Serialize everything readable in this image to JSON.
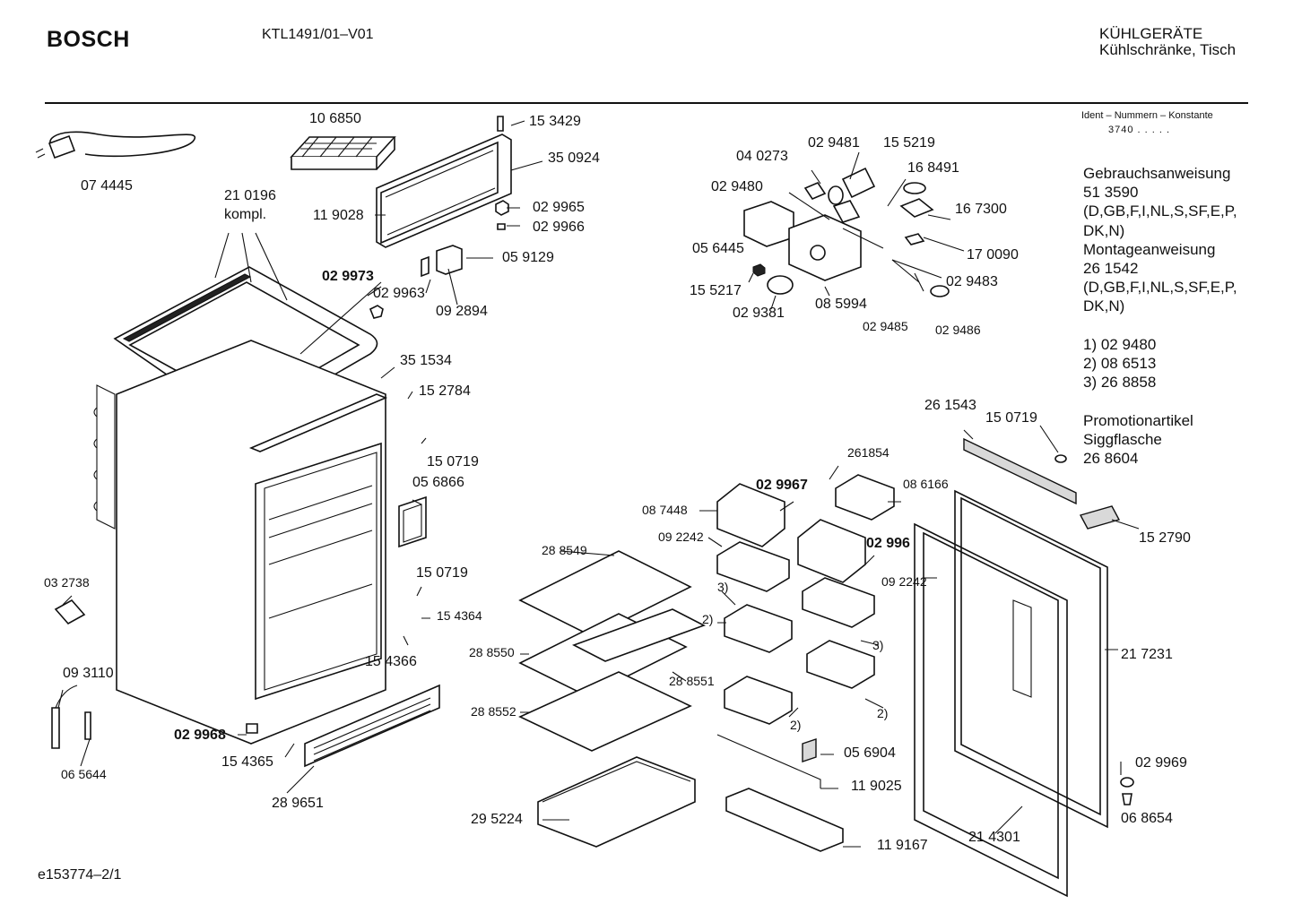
{
  "header": {
    "brand": "BOSCH",
    "model": "KTL1491/01–V01",
    "category_line1": "KÜHLGERÄTE",
    "category_line2": "Kühlschränke, Tisch"
  },
  "sidebar": {
    "ident_title": "Ident – Nummern – Konstante",
    "ident_value": "3740  .  .  .  .  .",
    "info_text": "Gebrauchsanweisung\n51 3590\n(D,GB,F,I,NL,S,SF,E,P,\nDK,N)\nMontageanweisung\n26 1542\n(D,GB,F,I,NL,S,SF,E,P,\nDK,N)\n\n1) 02 9480\n2) 08 6513\n3) 26 8858\n\nPromotionartikel\nSiggflasche\n26 8604"
  },
  "footer": {
    "doc_id": "e153774–2/1"
  },
  "parts": {
    "p074445": "07 4445",
    "p106850": "10 6850",
    "p153429": "15 3429",
    "p350924": "35 0924",
    "p119028": "11 9028",
    "p029965": "02 9965",
    "p029966": "02 9966",
    "p210196": "21 0196",
    "kompl": "kompl.",
    "p059129": "05 9129",
    "p029973": "02 9973",
    "p029963": "02 9963",
    "p092894": "09 2894",
    "p351534": "35 1534",
    "p152784": "15 2784",
    "p150719a": "15 0719",
    "p056866": "05 6866",
    "p150719b": "15 0719",
    "p154364": "15 4364",
    "p154366": "15 4366",
    "p032738": "03 2738",
    "p093110": "09 3110",
    "p065644": "06 5644",
    "p029968": "02 9968",
    "p154365": "15 4365",
    "p289651": "28 9651",
    "p040273": "04 0273",
    "p029481": "02 9481",
    "p155219": "15 5219",
    "p168491": "16 8491",
    "p029480": "02 9480",
    "p167300": "16 7300",
    "p056445": "05 6445",
    "p170090": "17 0090",
    "p155217": "15 5217",
    "p029483": "02 9483",
    "p029381": "02 9381",
    "p085994": "08 5994",
    "p029485": "02 9485",
    "p029486": "02 9486",
    "p261543": "26 1543",
    "p150719c": "15 0719",
    "p261854": "261854",
    "p029967": "02 9967",
    "p086166": "08 6166",
    "p087448": "08 7448",
    "p092242a": "09 2242",
    "p029961": "02 996",
    "p092242b": "09 2242",
    "p152790": "15 2790",
    "p288549": "28 8549",
    "n3a": "3)",
    "n2a": "2)",
    "n3b": "3)",
    "n2b": "2)",
    "n2c": "2)",
    "p288550": "28 8550",
    "p288551": "28 8551",
    "p288552": "28 8552",
    "p217231": "21 7231",
    "p056904": "05 6904",
    "p119025": "11 9025",
    "p029969": "02 9969",
    "p068654": "06 8654",
    "p295224": "29 5224",
    "p119167": "11 9167",
    "p214301": "21 4301"
  }
}
